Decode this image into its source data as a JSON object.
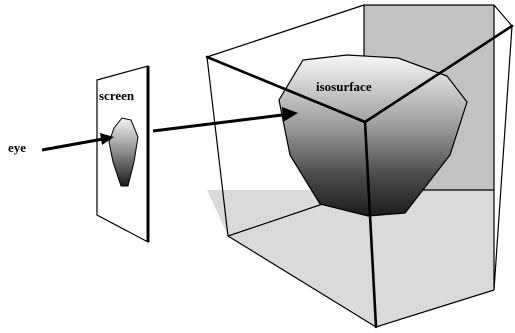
{
  "labels": {
    "eye": "eye",
    "screen": "screen",
    "isosurface": "isosurface"
  },
  "colors": {
    "background": "#ffffff",
    "outline": "#000000",
    "wall_shade": "#bdbdbd",
    "floor_shade": "#d8d8d8",
    "surface_light": "#f2f2f2",
    "surface_dark": "#222222"
  }
}
